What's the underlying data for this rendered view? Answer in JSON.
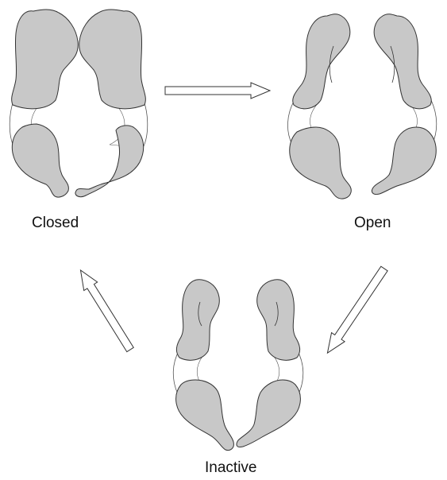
{
  "diagram": {
    "states": {
      "closed": "Closed",
      "open": "Open",
      "inactive": "Inactive"
    },
    "colors": {
      "subunit_fill": "#c8c8c8",
      "outline": "#333333",
      "arrow_fill": "#ffffff"
    },
    "arrows": [
      {
        "from": "closed",
        "to": "open"
      },
      {
        "from": "open",
        "to": "inactive"
      },
      {
        "from": "inactive",
        "to": "closed"
      }
    ]
  }
}
